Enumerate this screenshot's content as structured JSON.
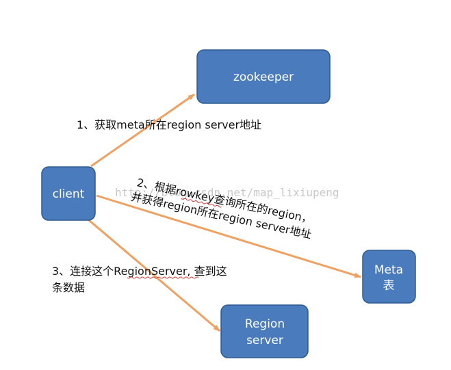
{
  "colors": {
    "box_fill": "#4a7bbd",
    "box_stroke": "#2f5a8f",
    "arrow": "#f0a060",
    "text": "#111111",
    "watermark": "#c8c8c8"
  },
  "nodes": {
    "zookeeper": {
      "label": "zookeeper"
    },
    "client": {
      "label": "client"
    },
    "meta": {
      "line1": "Meta",
      "line2": "表"
    },
    "region": {
      "line1": "Region",
      "line2": "server"
    }
  },
  "edges": {
    "step1": {
      "text": "1、获取meta所在region server地址"
    },
    "step2": {
      "line1": "2、根据rowkey查询所在的region，",
      "line2": "并获得region所在region server地址"
    },
    "step3": {
      "line1": "3、连接这个RegionServer, 查到这",
      "line2": "条数据"
    }
  },
  "watermark": {
    "text": "http://blog.csdn.net/map_lixiupeng"
  }
}
